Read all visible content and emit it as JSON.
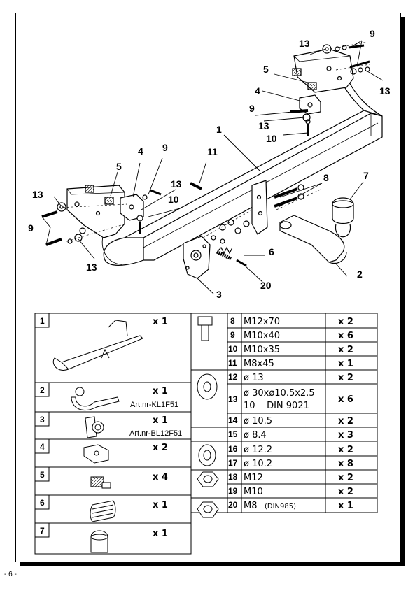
{
  "page_number": "- 6 -",
  "callouts": {
    "c1": "1",
    "c2": "2",
    "c3": "3",
    "c4a": "4",
    "c4b": "4",
    "c5a": "5",
    "c5b": "5",
    "c6": "6",
    "c7": "7",
    "c8": "8",
    "c9a": "9",
    "c9b": "9",
    "c9c": "9",
    "c10a": "10",
    "c10b": "10",
    "c11": "11",
    "c13a": "13",
    "c13b": "13",
    "c13c": "13",
    "c13d": "13",
    "c13e": "13",
    "c13f": "13",
    "c20": "20"
  },
  "parts_left": [
    {
      "no": "1",
      "qty": "x 1",
      "art": ""
    },
    {
      "no": "2",
      "qty": "x 1",
      "art": "Art.nr-KL1F51"
    },
    {
      "no": "3",
      "qty": "x 1",
      "art": "Art.nr-BL12F51"
    },
    {
      "no": "4",
      "qty": "x 2",
      "art": ""
    },
    {
      "no": "5",
      "qty": "x 4",
      "art": ""
    },
    {
      "no": "6",
      "qty": "x 1",
      "art": ""
    },
    {
      "no": "7",
      "qty": "x 1",
      "art": ""
    }
  ],
  "parts_right": [
    {
      "no": "8",
      "spec": "M12x70",
      "spec2": "",
      "qty": "x 2"
    },
    {
      "no": "9",
      "spec": "M10x40",
      "spec2": "",
      "qty": "x 6"
    },
    {
      "no": "10",
      "spec": "M10x35",
      "spec2": "",
      "qty": "x 2"
    },
    {
      "no": "11",
      "spec": "M8x45",
      "spec2": "",
      "qty": "x 1"
    },
    {
      "no": "12",
      "spec": "ø 13",
      "spec2": "",
      "qty": "x 2"
    },
    {
      "no": "13",
      "spec": "ø 30xø10.5x2.5",
      "spec2": "10    DIN 9021",
      "qty": "x 6"
    },
    {
      "no": "14",
      "spec": "ø 10.5",
      "spec2": "",
      "qty": "x 2"
    },
    {
      "no": "15",
      "spec": "ø 8.4",
      "spec2": "",
      "qty": "x 3"
    },
    {
      "no": "16",
      "spec": "ø 12.2",
      "spec2": "",
      "qty": "x 2"
    },
    {
      "no": "17",
      "spec": "ø 10.2",
      "spec2": "",
      "qty": "x 8"
    },
    {
      "no": "18",
      "spec": "M12",
      "spec2": "",
      "qty": "x 2"
    },
    {
      "no": "19",
      "spec": "M10",
      "spec2": "",
      "qty": "x 2"
    },
    {
      "no": "20",
      "spec": "M8",
      "spec2": "(DIN985)",
      "qty": "x 1"
    }
  ]
}
